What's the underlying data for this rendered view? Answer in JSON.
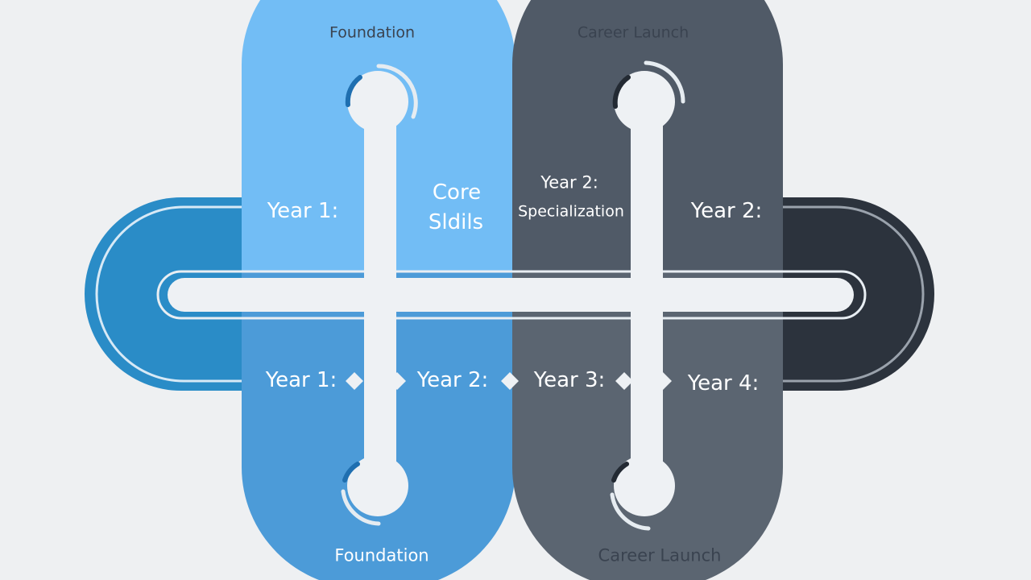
{
  "diagram": {
    "top_left_label": "Foundation",
    "top_right_label": "Career Launch",
    "bottom_left_label": "Foundation",
    "bottom_right_label": "Career Launch",
    "upper_row": {
      "year1": "Year 1:",
      "core_skills_line1": "Core",
      "core_skills_line2": "Sldils",
      "year2_spec_line1": "Year 2:",
      "year2_spec_line2": "Specialization",
      "year2_right": "Year 2:"
    },
    "lower_row": {
      "year1": "Year 1:",
      "year2": "Year 2:",
      "year3": "Year 3:",
      "year4": "Year 4:"
    }
  },
  "colors": {
    "background": "#eef0f2",
    "light_blue": "#72bdf5",
    "mid_blue": "#4c9bd8",
    "teal_blue": "#2a8cc7",
    "slate": "#505a67",
    "slate_light": "#5b6571",
    "charcoal": "#2c333d",
    "track": "#eef1f4"
  }
}
